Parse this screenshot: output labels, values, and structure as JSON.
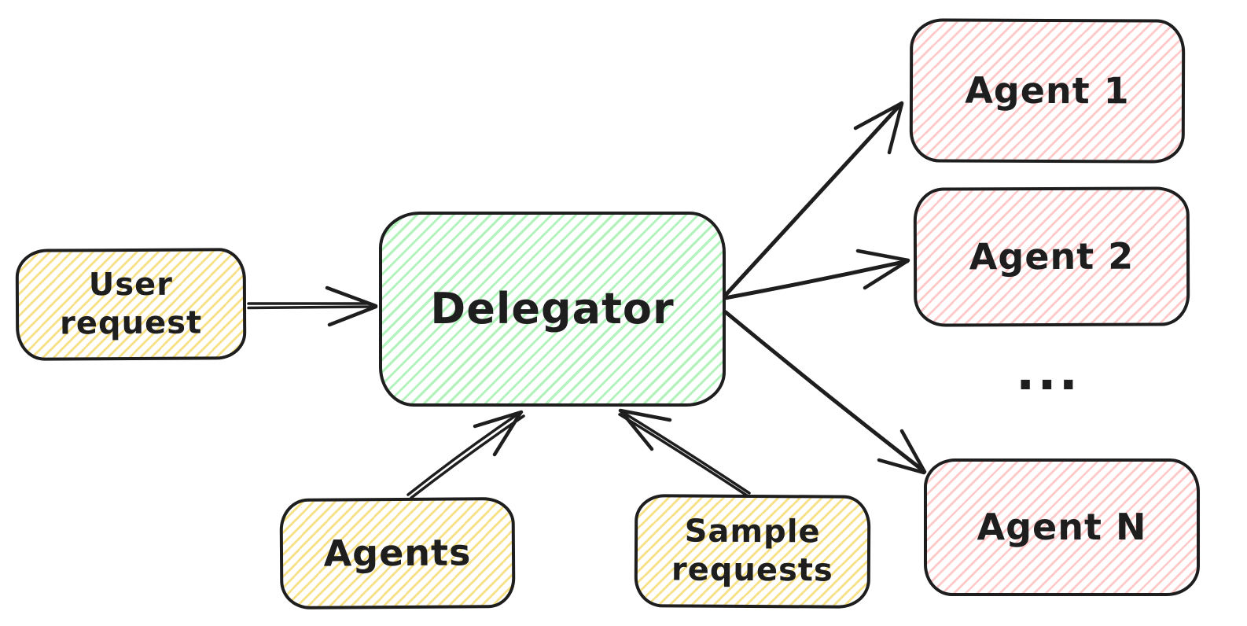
{
  "canvas": {
    "background": "#ffffff",
    "stroke_color": "#1e1e1e"
  },
  "palette": {
    "yellow_hatch": "#f7e086",
    "green_hatch": "#b2f2bb",
    "red_hatch": "#ffc9c9"
  },
  "nodes": {
    "user_request": {
      "label": "User\nrequest",
      "fill": "yellow"
    },
    "delegator": {
      "label": "Delegator",
      "fill": "green"
    },
    "agent_1": {
      "label": "Agent 1",
      "fill": "red"
    },
    "agent_2": {
      "label": "Agent 2",
      "fill": "red"
    },
    "more_agents": {
      "label": "...",
      "fill": "none"
    },
    "agent_n": {
      "label": "Agent N",
      "fill": "red"
    },
    "agents": {
      "label": "Agents",
      "fill": "yellow"
    },
    "sample_requests": {
      "label": "Sample\nrequests",
      "fill": "yellow"
    }
  },
  "edges": [
    {
      "from": "user_request",
      "to": "delegator"
    },
    {
      "from": "agents",
      "to": "delegator"
    },
    {
      "from": "sample_requests",
      "to": "delegator"
    },
    {
      "from": "delegator",
      "to": "agent_1"
    },
    {
      "from": "delegator",
      "to": "agent_2"
    },
    {
      "from": "delegator",
      "to": "agent_n"
    }
  ]
}
